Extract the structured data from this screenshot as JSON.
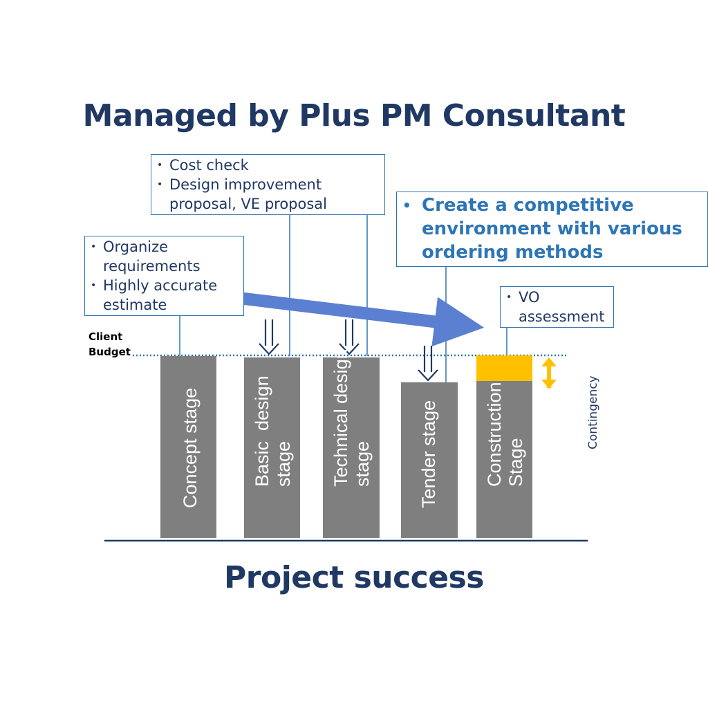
{
  "title": "Managed by Plus PM Consultant",
  "footer": "Project success",
  "client_budget_label": [
    "Client",
    "Budget"
  ],
  "contingency_label": "Contingency",
  "notes": {
    "concept": [
      "Organize requirements",
      "Highly accurate estimate"
    ],
    "design": [
      "Cost check",
      "Design improvement proposal, VE proposal"
    ],
    "tender": [
      "Create a competitive environment with various ordering methods"
    ],
    "construction": [
      "VO assessment"
    ]
  },
  "stages": [
    {
      "label": [
        "Concept stage"
      ],
      "cost_level": "at budget",
      "reduction_arrow": false
    },
    {
      "label": [
        "Basic  design",
        "stage"
      ],
      "cost_level": "at budget",
      "reduction_arrow": true
    },
    {
      "label": [
        "Technical design",
        "stage"
      ],
      "cost_level": "at budget",
      "reduction_arrow": true
    },
    {
      "label": [
        "Tender stage"
      ],
      "cost_level": "below budget",
      "reduction_arrow": true
    },
    {
      "label": [
        "Construction",
        "Stage"
      ],
      "cost_level": "below budget",
      "has_contingency": true,
      "reduction_arrow": false
    }
  ],
  "colors": {
    "title": "#1f3864",
    "bar": "#7f7f7f",
    "contingency": "#ffc000",
    "note_border": "#2e75b6",
    "trend_arrow": "#5b7fd1",
    "budget_line": "#2e75b6"
  }
}
